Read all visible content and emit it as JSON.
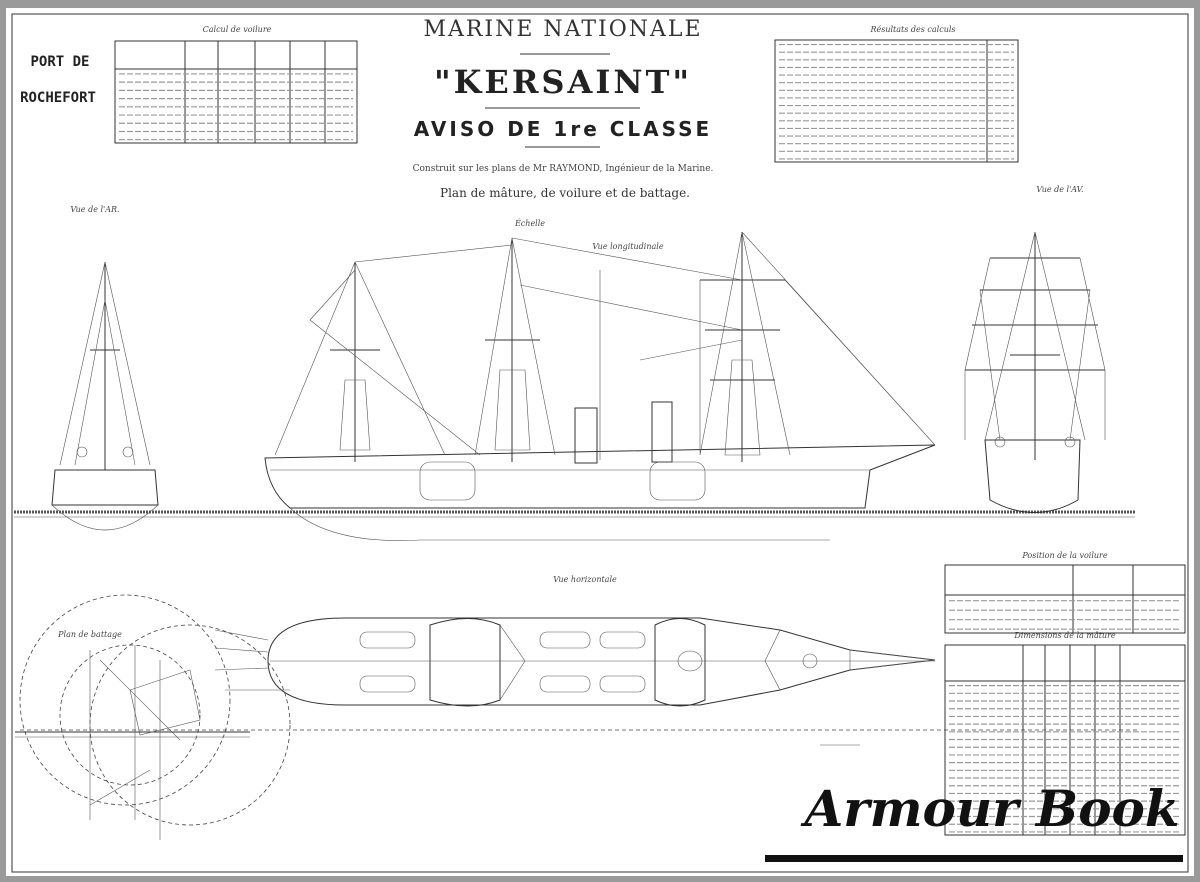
{
  "header": {
    "org": "MARINE NATIONALE",
    "ship_name": "\"KERSAINT\"",
    "ship_class": "AVISO DE 1re CLASSE",
    "designer_line": "Construit sur les plans de Mr RAYMOND, Ingénieur de la Marine.",
    "plan_title": "Plan de mâture, de voilure et de battage.",
    "scale": "Échelle"
  },
  "port": {
    "line1": "PORT DE",
    "line2": "ROCHEFORT"
  },
  "tables": {
    "sail_calc_title": "Calcul de voilure",
    "results_title": "Résultats des calculs",
    "sail_position_title": "Position de la voilure",
    "mast_dimensions_title": "Dimensions de la mâture"
  },
  "views": {
    "stern": "Vue de l'AR.",
    "bow": "Vue de l'AV.",
    "longitudinal": "Vue longitudinale",
    "horizontal": "Vue horizontale",
    "battage": "Plan de battage"
  },
  "watermark": "Armour Book"
}
